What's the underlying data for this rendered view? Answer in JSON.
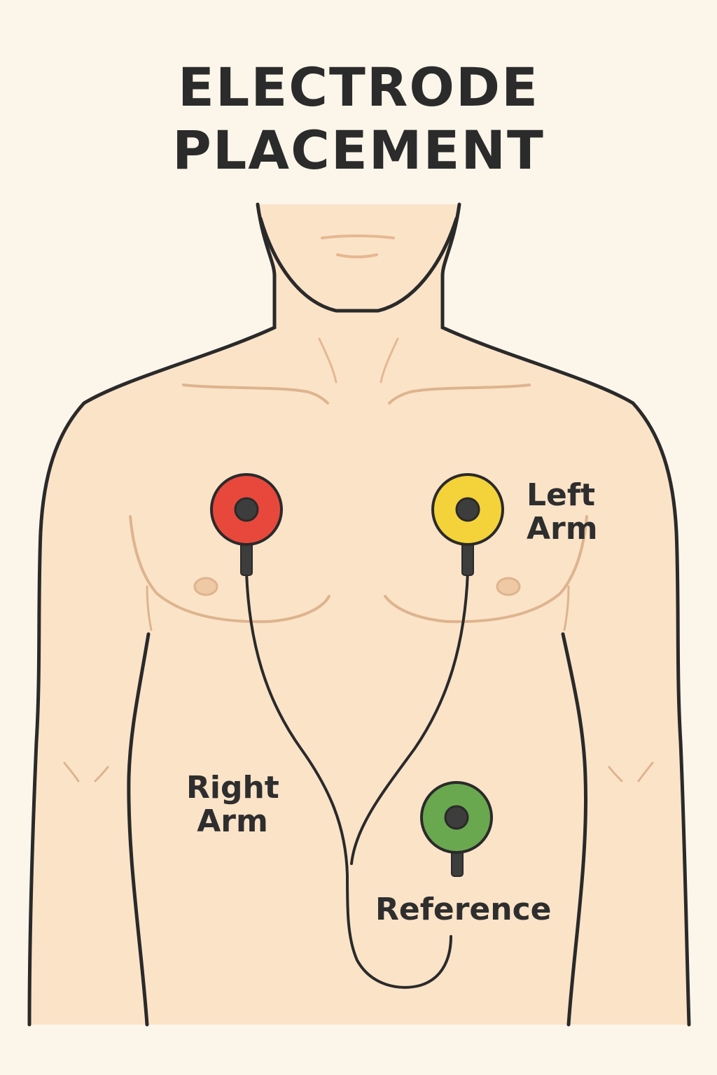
{
  "title": {
    "line1": "ELECTRODE",
    "line2": "PLACEMENT"
  },
  "labels": {
    "left_arm": {
      "line1": "Left",
      "line2": "Arm"
    },
    "right_arm": {
      "line1": "Right",
      "line2": "Arm"
    },
    "reference": "Reference"
  },
  "electrodes": [
    {
      "name": "right-arm-electrode",
      "color": "#e8483c"
    },
    {
      "name": "left-arm-electrode",
      "color": "#f4d23a"
    },
    {
      "name": "reference-electrode",
      "color": "#6aa84f"
    }
  ],
  "colors": {
    "background": "#fcf5ea",
    "skin": "#fbe3c8",
    "outline": "#2a2a2a",
    "muscle_lines": "#ddb48e",
    "electrode_center": "#3d3d3d"
  }
}
